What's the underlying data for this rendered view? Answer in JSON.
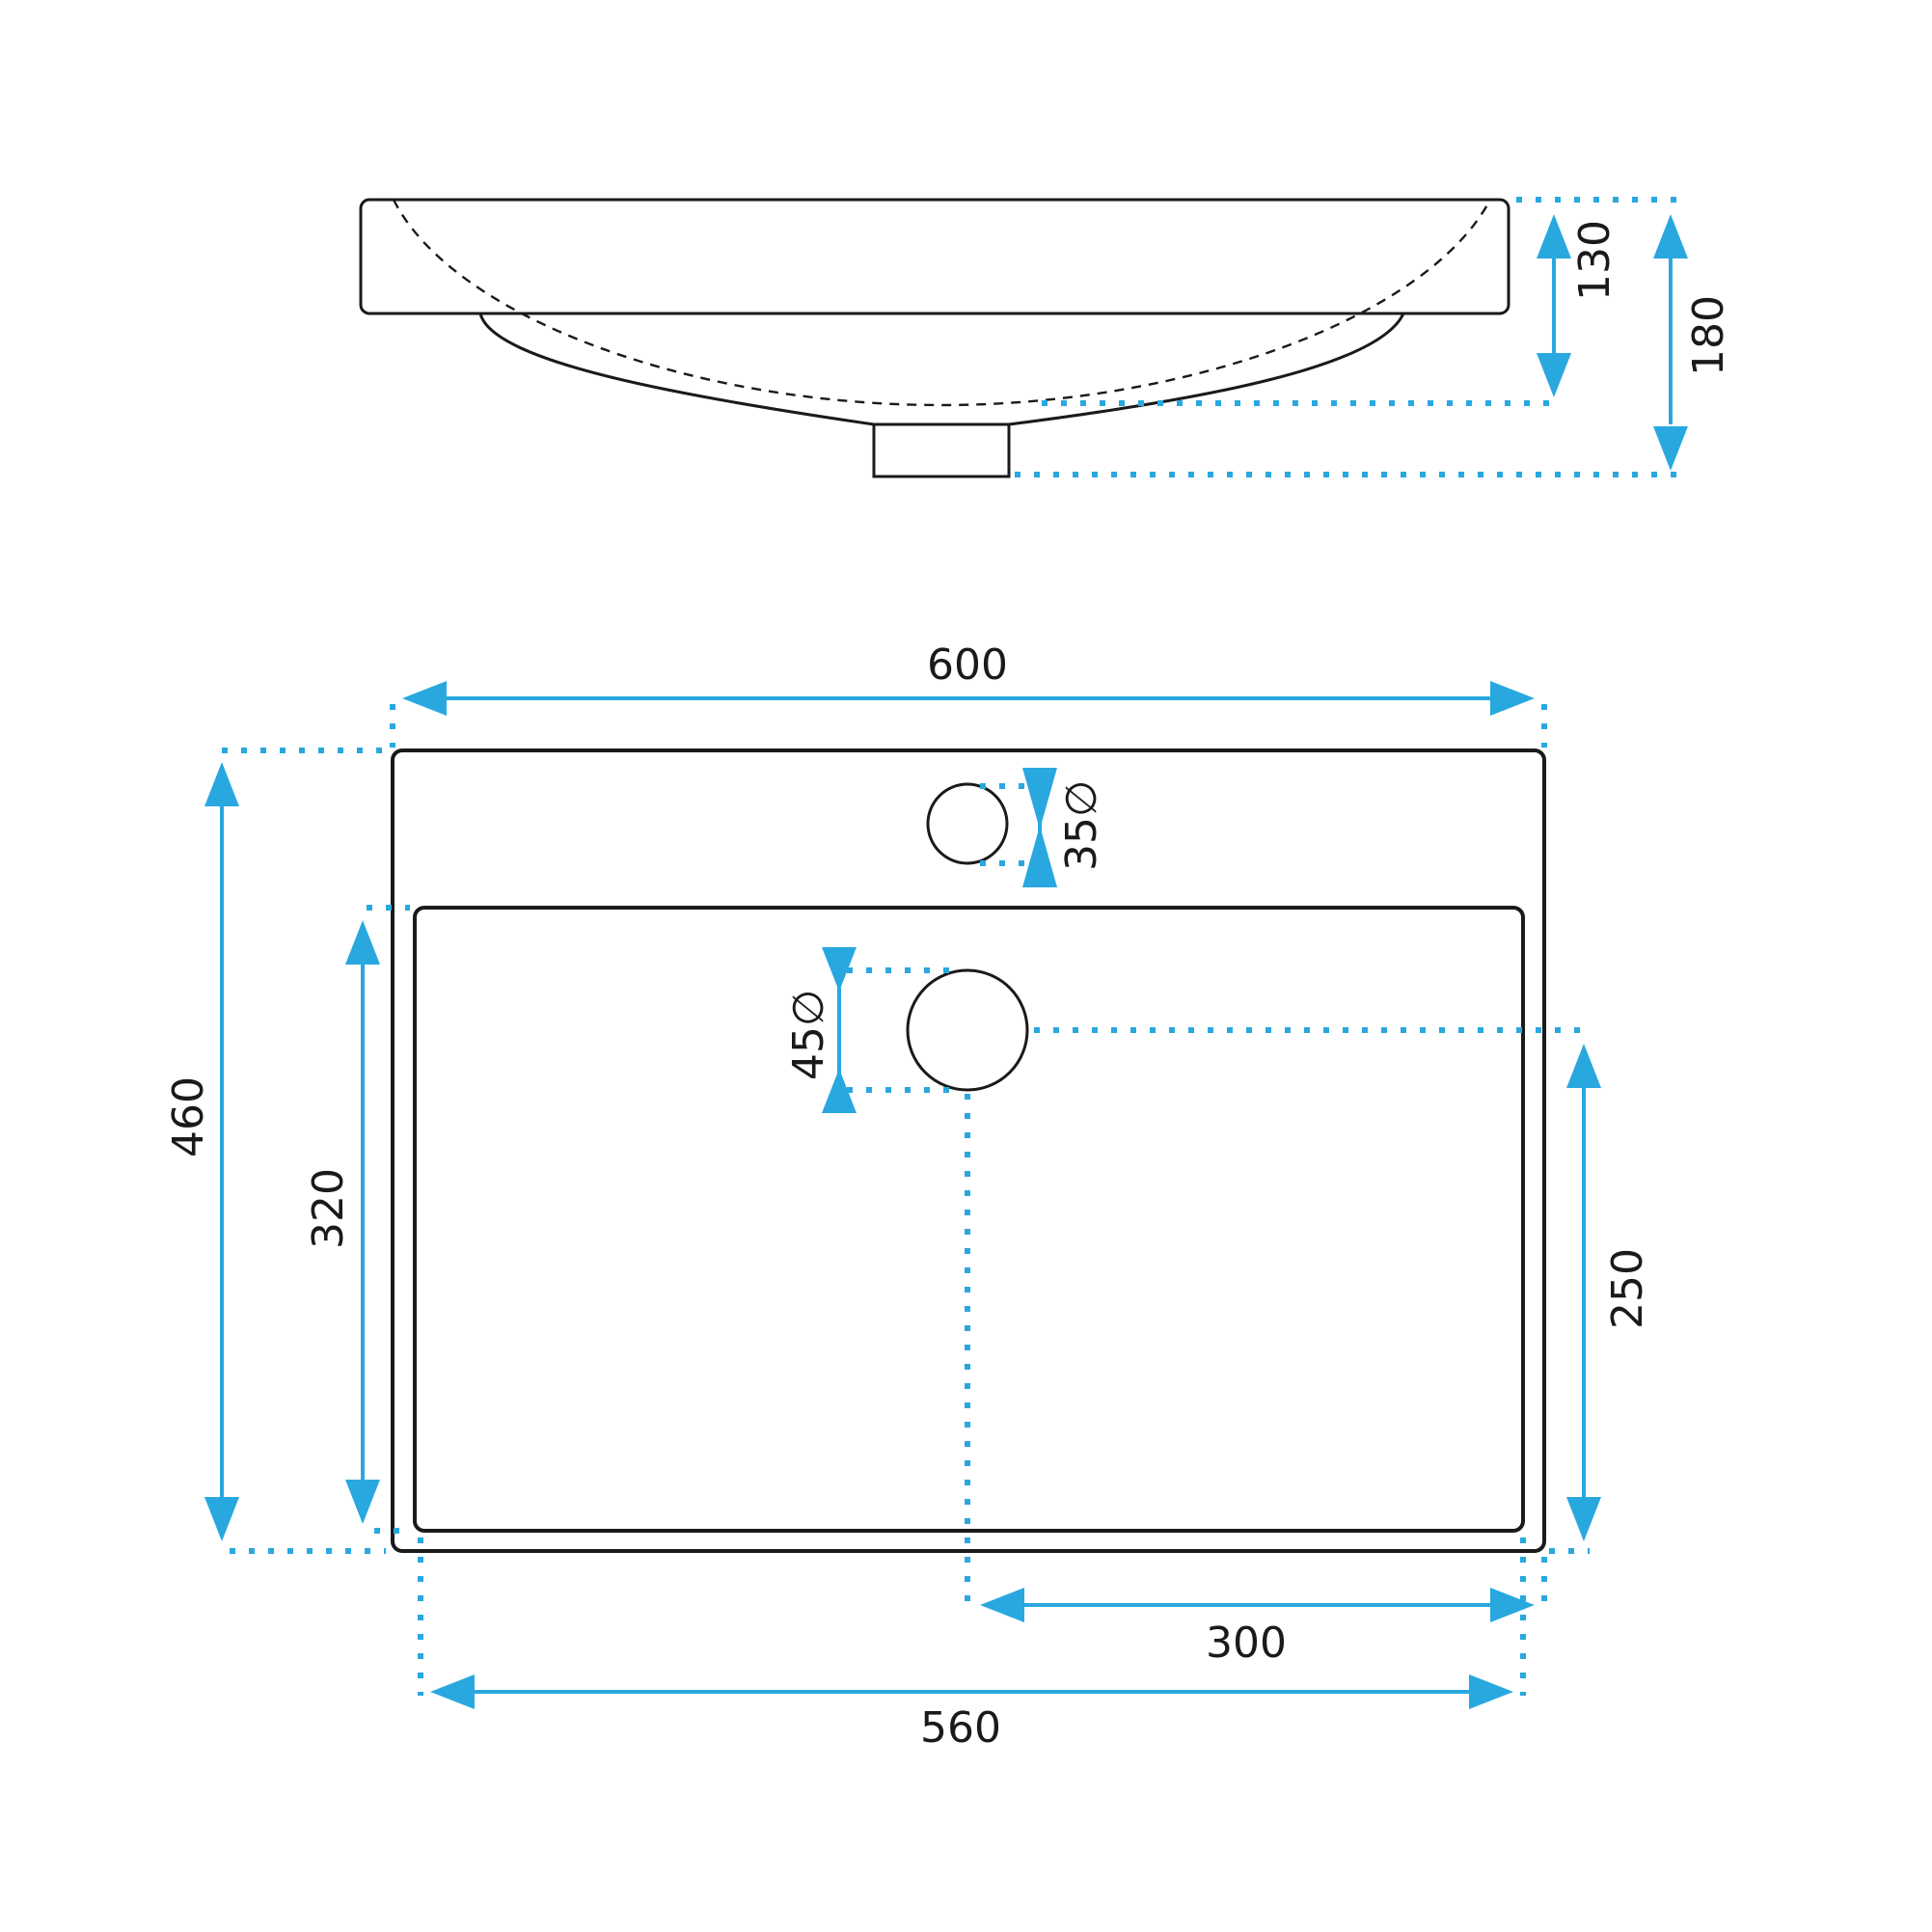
{
  "side_view": {
    "dim_130": "130",
    "dim_180": "180"
  },
  "top_view": {
    "dim_600": "600",
    "dim_460": "460",
    "dim_320": "320",
    "dim_250": "250",
    "dim_300": "300",
    "dim_560": "560",
    "tap_hole": "35∅",
    "drain_hole": "45∅"
  },
  "colors": {
    "dimension": "#29a8e0",
    "outline": "#1a1a1a"
  }
}
